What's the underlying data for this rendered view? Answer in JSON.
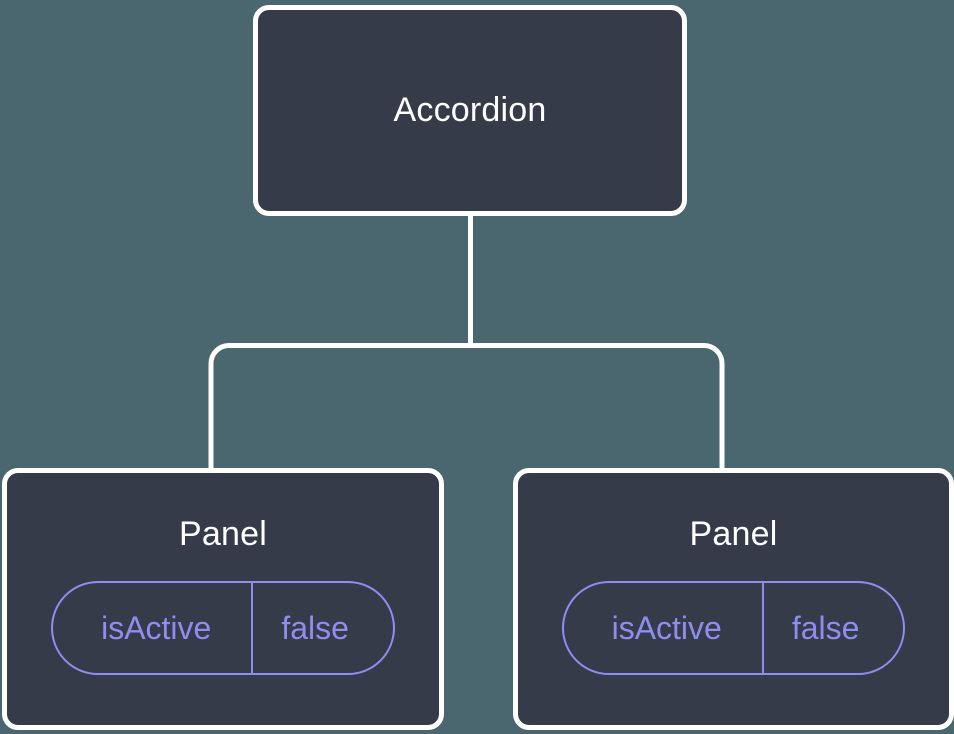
{
  "diagram": {
    "type": "component-tree",
    "background_color": "#4a666f",
    "node_fill_color": "#363b4a",
    "node_border_color": "#ffffff",
    "connector_color": "#ffffff",
    "prop_accent_color": "#8e8ef0",
    "title_text_color": "#ffffff"
  },
  "root": {
    "title": "Accordion"
  },
  "children": [
    {
      "title": "Panel",
      "props": [
        {
          "key": "isActive",
          "value": "false"
        }
      ]
    },
    {
      "title": "Panel",
      "props": [
        {
          "key": "isActive",
          "value": "false"
        }
      ]
    }
  ]
}
